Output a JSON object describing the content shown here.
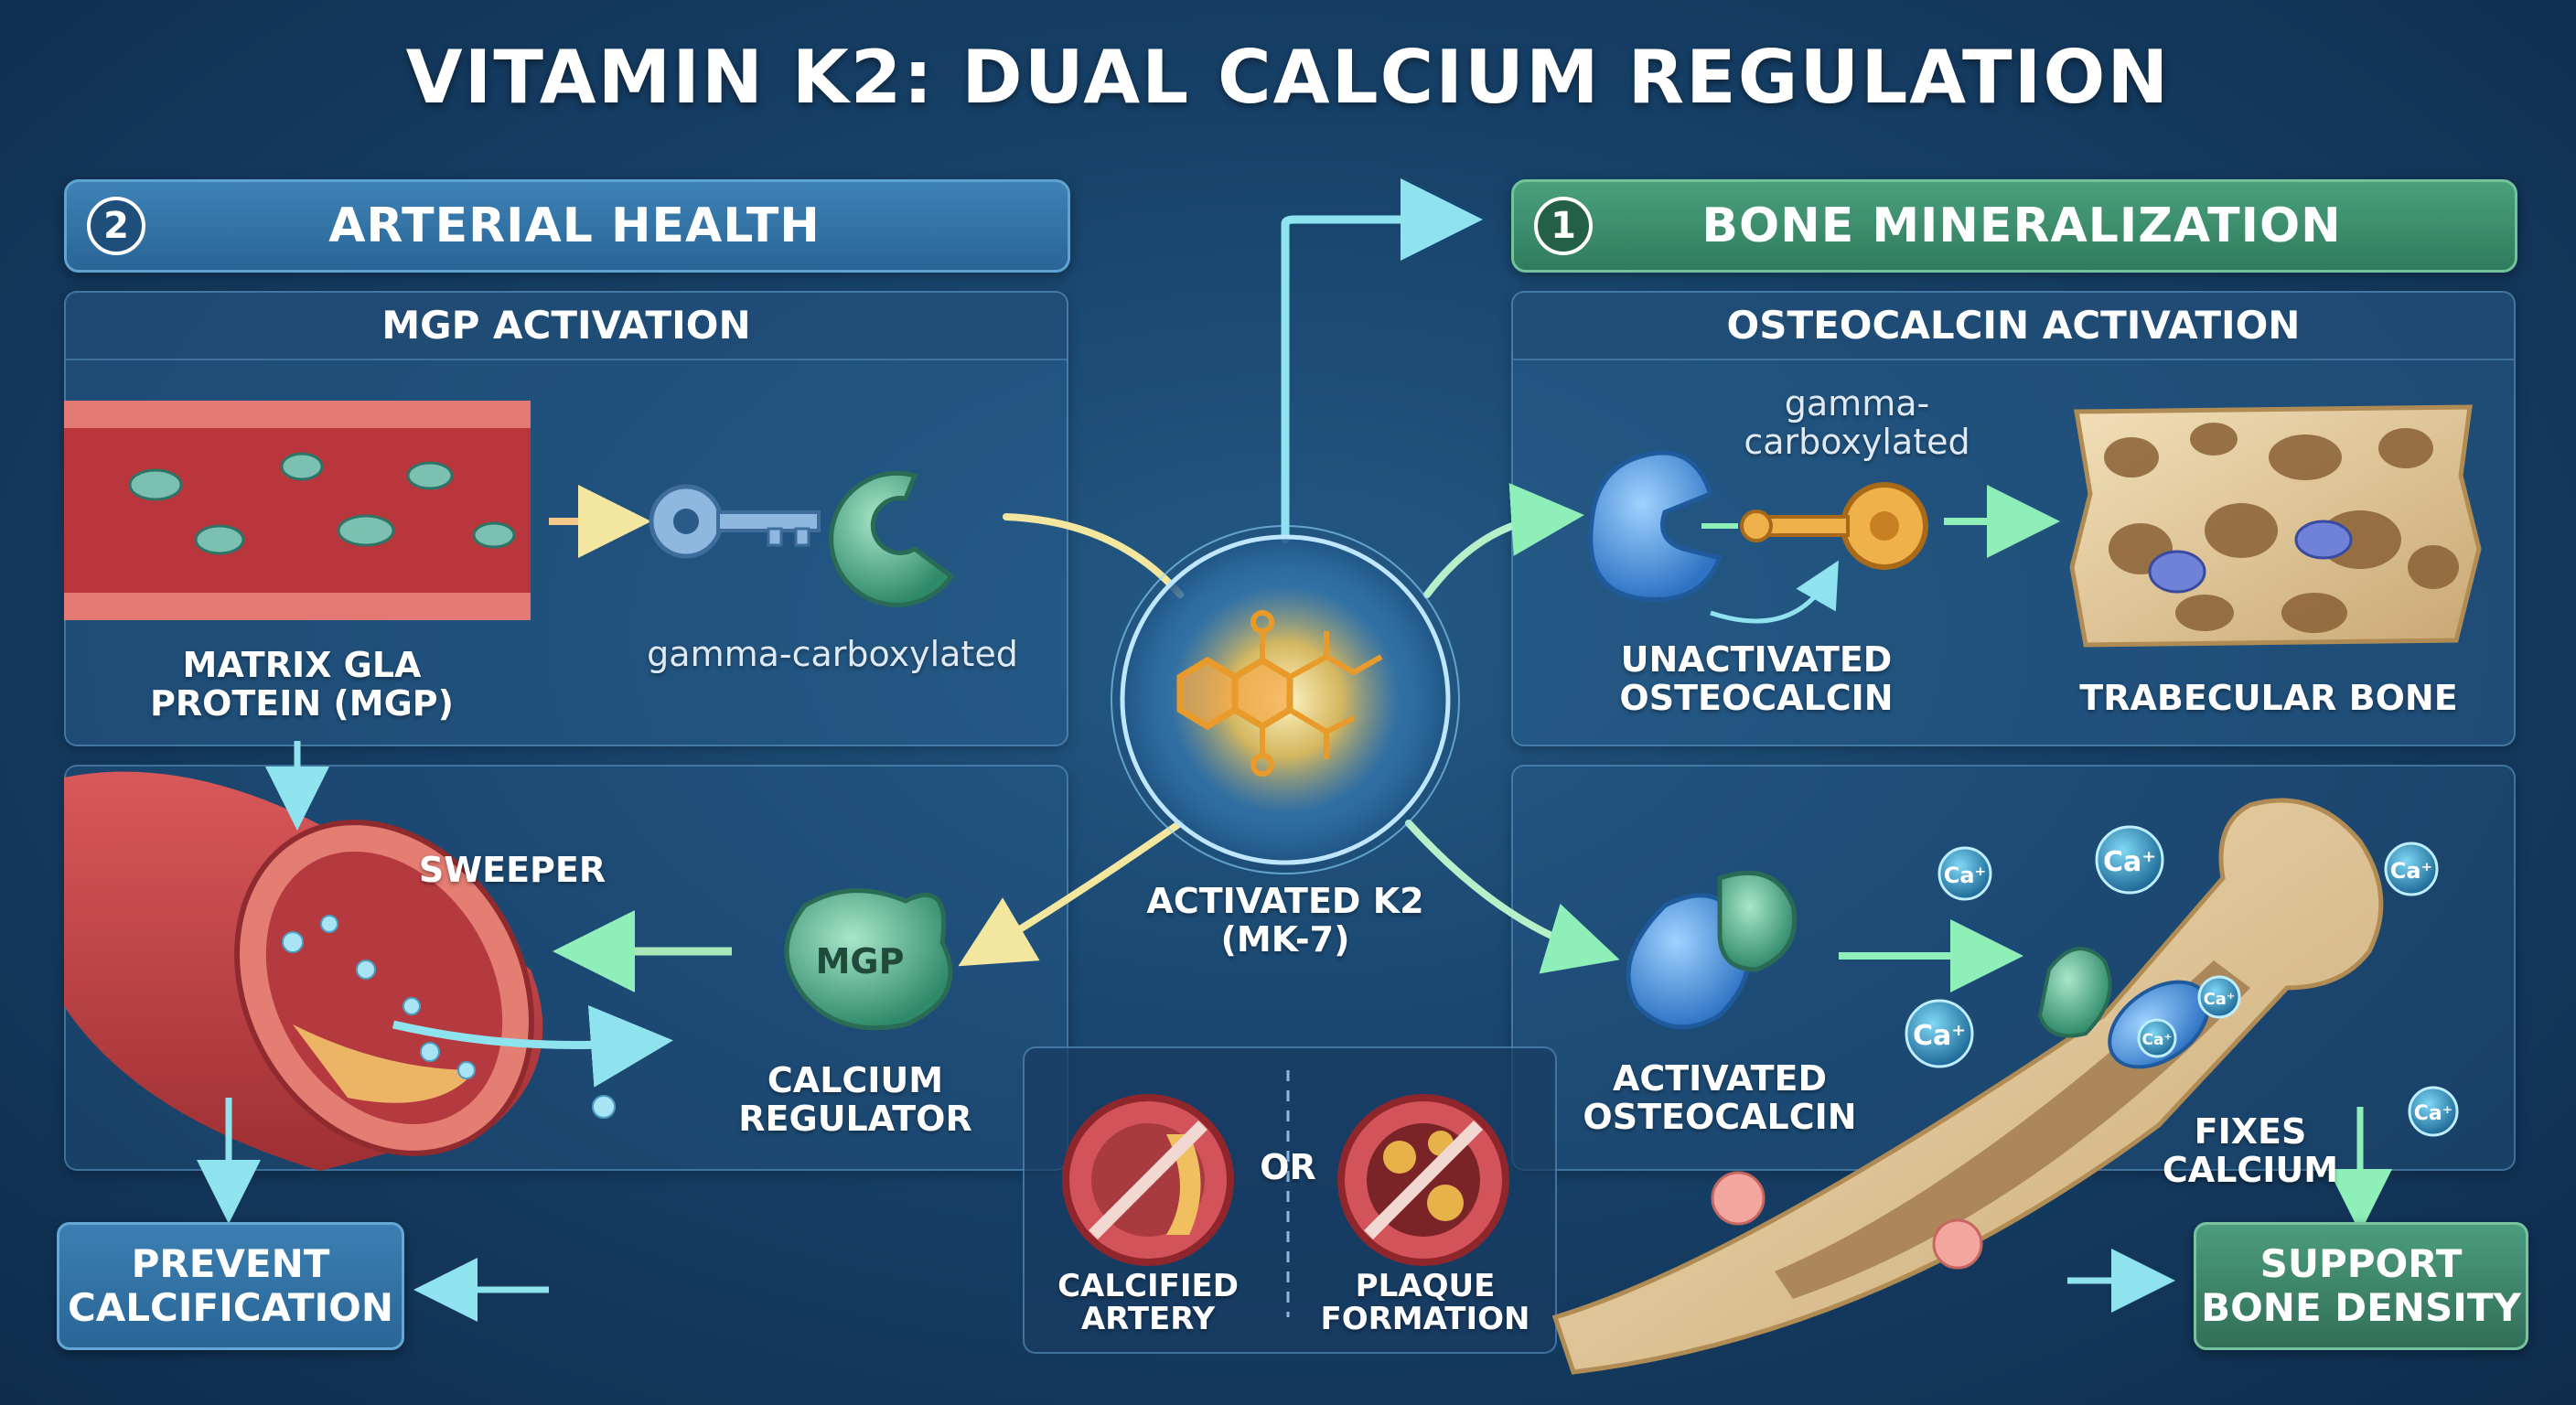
{
  "title": "VITAMIN K2: DUAL CALCIUM REGULATION",
  "left_section": {
    "number": "2",
    "header": "ARTERIAL HEALTH",
    "panel_title": "MGP ACTIVATION",
    "mgp_label_line1": "MATRIX GLA",
    "mgp_label_line2": "PROTEIN (MGP)",
    "carboxylated_label": "gamma-carboxylated",
    "sweeper_label": "SWEEPER",
    "mgp_blob_label": "MGP",
    "regulator_line1": "CALCIUM",
    "regulator_line2": "REGULATOR",
    "outcome_line1": "PREVENT",
    "outcome_line2": "CALCIFICATION"
  },
  "center": {
    "k2_line1": "ACTIVATED K2",
    "k2_line2": "(MK-7)",
    "or_label": "OR",
    "calcified_line1": "CALCIFIED",
    "calcified_line2": "ARTERY",
    "plaque_line1": "PLAQUE",
    "plaque_line2": "FORMATION"
  },
  "right_section": {
    "number": "1",
    "header": "BONE MINERALIZATION",
    "panel_title": "OSTEOCALCIN ACTIVATION",
    "carboxylated_line1": "gamma-",
    "carboxylated_line2": "carboxylated",
    "unactivated_line1": "UNACTIVATED",
    "unactivated_line2": "OSTEOCALCIN",
    "trabecular_label": "TRABECULAR BONE",
    "activated_line1": "ACTIVATED",
    "activated_line2": "OSTEOCALCIN",
    "fixes_line1": "FIXES",
    "fixes_line2": "CALCIUM",
    "outcome_line1": "SUPPORT",
    "outcome_line2": "BONE DENSITY",
    "calcium_ion": "Ca⁺"
  },
  "colors": {
    "arterial_header": "#2a6596",
    "bone_header": "#2f7c5e",
    "k2_glow": "#f5d46a",
    "artery_red": "#c9423e",
    "bone_tan": "#e6cfa0"
  }
}
